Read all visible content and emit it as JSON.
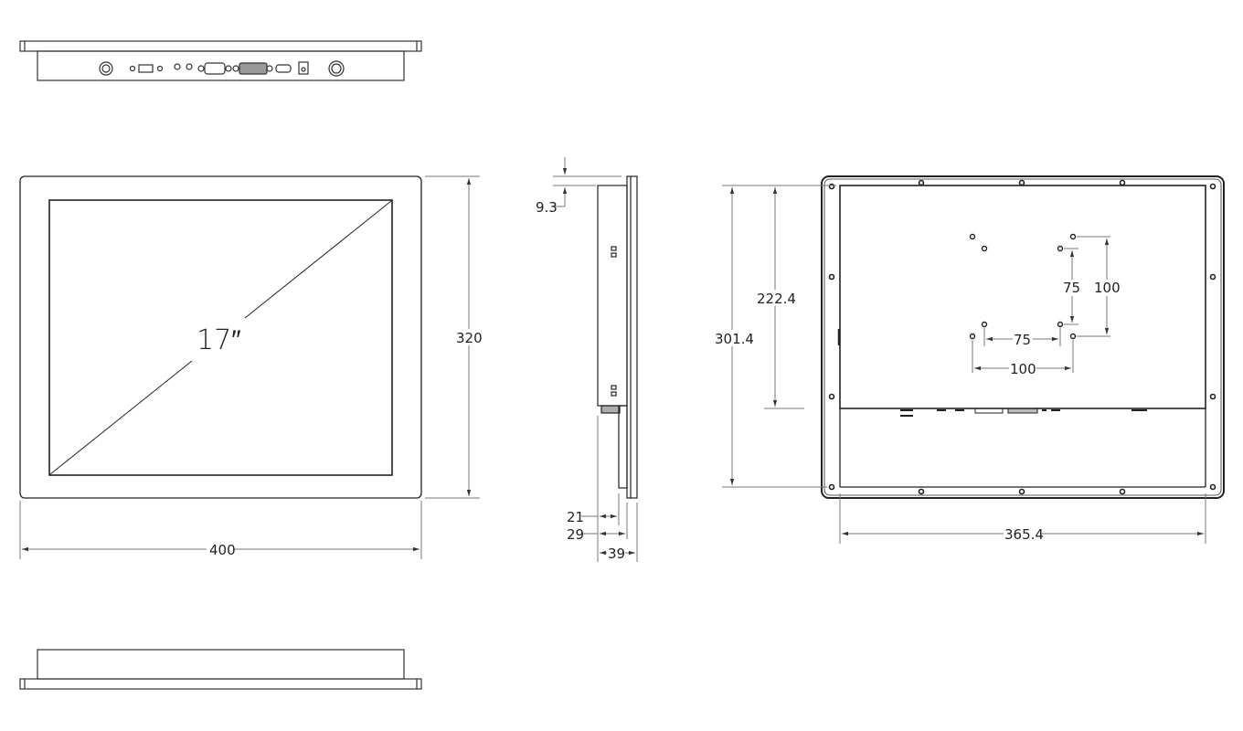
{
  "drawing": {
    "title": "17-inch panel monitor dimensional drawing",
    "colors": {
      "line": "#222222",
      "dim_line": "#777777",
      "background": "#ffffff"
    }
  },
  "front_view": {
    "diagonal_label": "17″",
    "width_label": "400",
    "height_label": "320"
  },
  "side_view": {
    "bezel_label": "9.3",
    "depth_labels": [
      "21",
      "29",
      "39"
    ]
  },
  "back_view": {
    "outer_height_label": "301.4",
    "inner_height_label": "222.4",
    "width_label": "365.4",
    "vesa_small_h": "75",
    "vesa_small_v": "75",
    "vesa_large_h": "100",
    "vesa_large_v": "100"
  },
  "top_view": {
    "ports": [
      "power-button",
      "led",
      "usb",
      "led",
      "audio",
      "audio",
      "vga",
      "dvi",
      "hdmi",
      "dc-jack",
      "power-connector"
    ]
  },
  "bottom_view": {}
}
